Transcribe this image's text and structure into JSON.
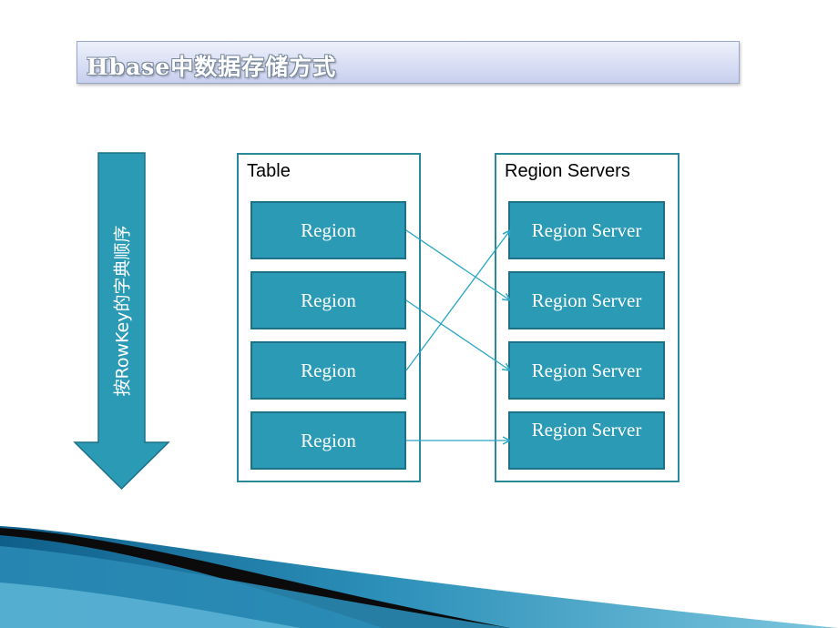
{
  "title": "Hbase中数据存储方式",
  "side_arrow": {
    "text": "按RowKey的字典顺序"
  },
  "table": {
    "label": "Table",
    "regions": [
      "Region",
      "Region",
      "Region",
      "Region"
    ]
  },
  "region_servers": {
    "label": "Region Servers",
    "servers": [
      "Region Server",
      "Region Server",
      "Region Server",
      "Region Server"
    ]
  },
  "mapping": [
    {
      "region": 1,
      "server": 2
    },
    {
      "region": 2,
      "server": 3
    },
    {
      "region": 3,
      "server": 1
    },
    {
      "region": 4,
      "server": 4
    }
  ],
  "colors": {
    "box_fill": "#2b9ab5",
    "box_border": "#1e7088",
    "container_border": "#2a8a9c",
    "connector": "#2aa5c5"
  }
}
